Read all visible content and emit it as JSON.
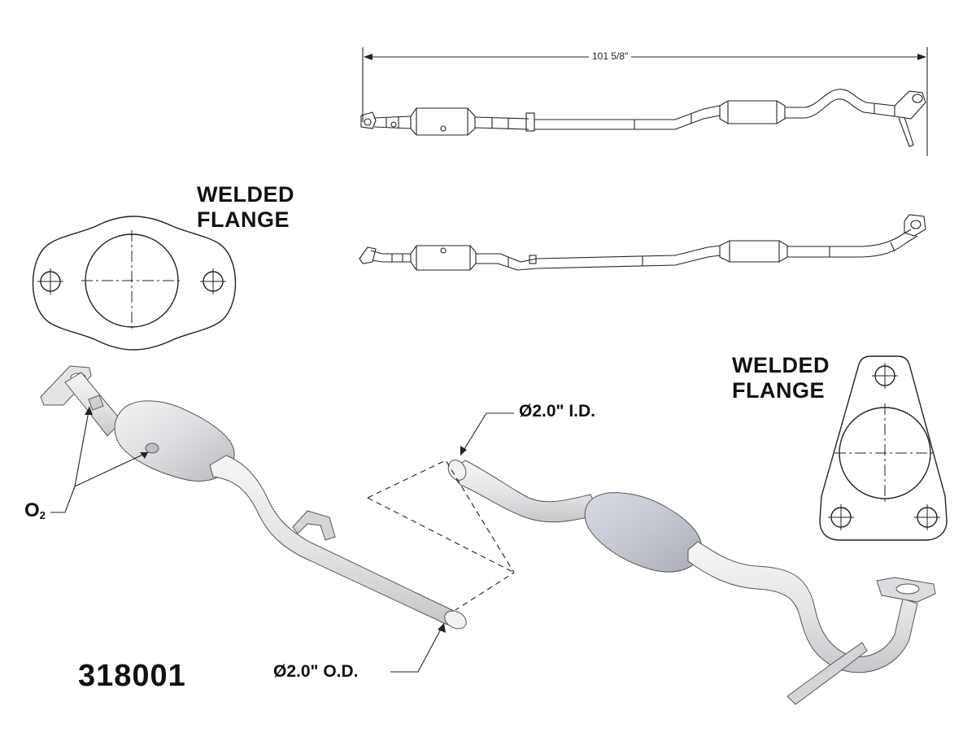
{
  "part_number": "318001",
  "overall_length": "101 5/8\"",
  "flanges": {
    "left_title_line1": "WELDED",
    "left_title_line2": "FLANGE",
    "right_title_line1": "WELDED",
    "right_title_line2": "FLANGE"
  },
  "callouts": {
    "inlet_diameter": "Ø2.0\" I.D.",
    "outlet_diameter": "Ø2.0\" O.D.",
    "sensor_main": "O",
    "sensor_sub": "2"
  },
  "colors": {
    "line": "#222222",
    "pipe_fill": "#e8e8ea",
    "pipe_shade": "#c9cacd",
    "muffler_fill": "#c5c9d0",
    "background": "#ffffff"
  }
}
